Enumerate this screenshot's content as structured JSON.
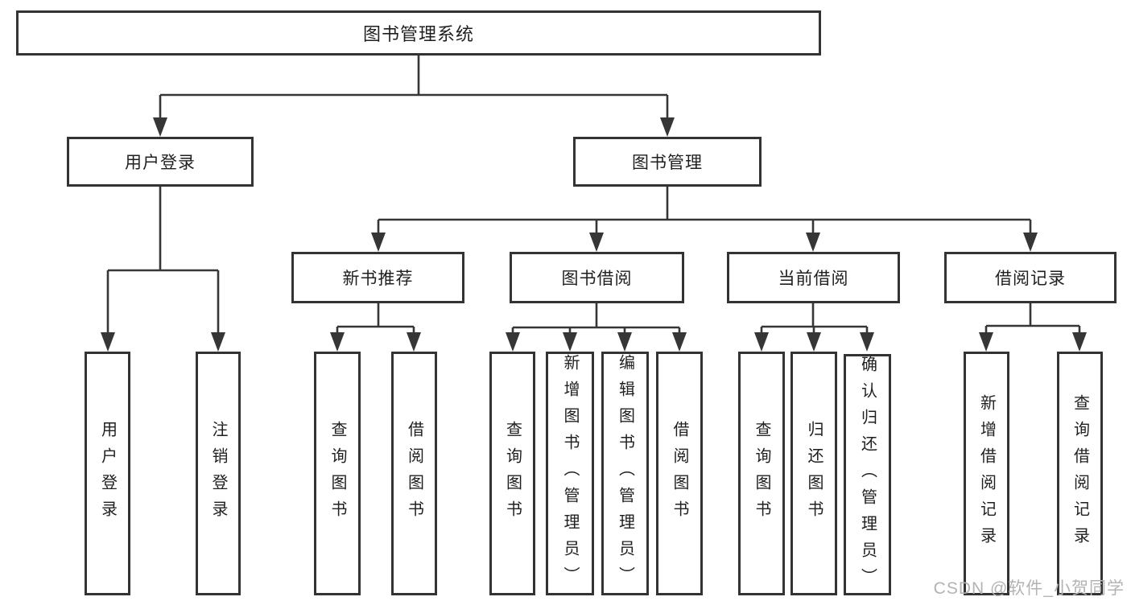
{
  "diagram": {
    "title": "图书管理系统",
    "root": {
      "label": "图书管理系统"
    },
    "branches": [
      {
        "label": "用户登录",
        "children": [
          "用户登录",
          "注销登录"
        ]
      },
      {
        "label": "图书管理",
        "sections": [
          {
            "label": "新书推荐",
            "children": [
              "查询图书",
              "借阅图书"
            ]
          },
          {
            "label": "图书借阅",
            "children": [
              "查询图书",
              "新增图书（管理员）",
              "编辑图书（管理员）",
              "借阅图书"
            ]
          },
          {
            "label": "当前借阅",
            "children": [
              "查询图书",
              "归还图书",
              "确认归还（管理员）"
            ]
          },
          {
            "label": "借阅记录",
            "children": [
              "新增借阅记录",
              "查询借阅记录"
            ]
          }
        ]
      }
    ]
  },
  "watermark": {
    "text": "CSDN @软件_小贺同学"
  },
  "colors": {
    "line": "#363636",
    "box_border": "#333333",
    "text": "#1f1f1f",
    "watermark_text": "#b3b3b3",
    "background": "#ffffff"
  }
}
